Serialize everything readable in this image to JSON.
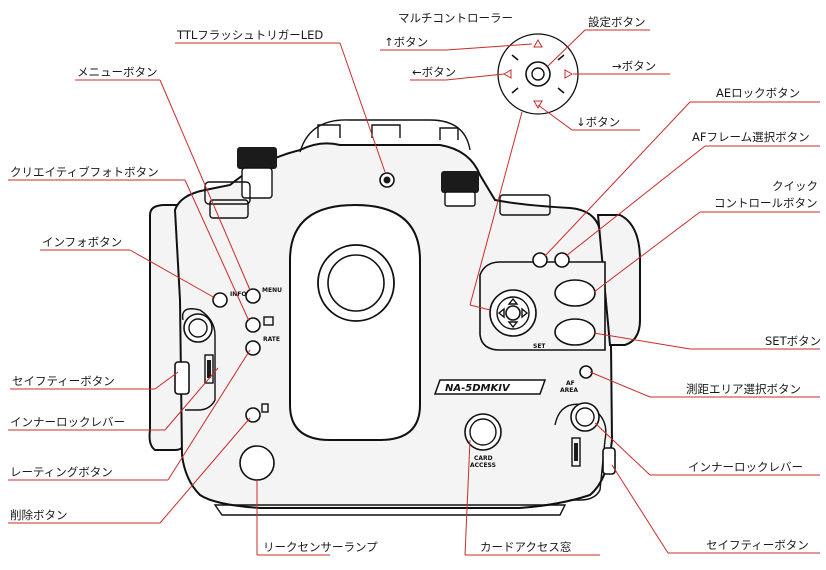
{
  "labels": {
    "multi_controller": "マルチコントローラー",
    "up_button": "↑ボタン",
    "left_button": "←ボタン",
    "right_button": "→ボタン",
    "down_button": "↓ボタン",
    "setting_button": "設定ボタン",
    "ttl_flash_led": "TTLフラッシュトリガーLED",
    "menu_button": "メニューボタン",
    "creative_photo_button": "クリエイティブフォトボタン",
    "info_button": "インフォボタン",
    "safety_button_left": "セイフティーボタン",
    "inner_lock_lever_left": "インナーロックレバー",
    "rating_button": "レーティングボタン",
    "delete_button": "削除ボタン",
    "leak_sensor_lamp": "リークセンサーランプ",
    "card_access_window": "カードアクセス窓",
    "ae_lock_button": "AEロックボタン",
    "af_frame_button": "AFフレーム選択ボタン",
    "quick_control_line1": "クイック",
    "quick_control_line2": "コントロールボタン",
    "set_button": "SETボタン",
    "af_area_button": "測距エリア選択ボタン",
    "inner_lock_lever_right": "インナーロックレバー",
    "safety_button_right": "セイフティーボタン"
  },
  "housing_text": {
    "model": "NA-5DMKIV",
    "info": "INFO",
    "menu": "MENU",
    "rate": "RATE",
    "set": "SET",
    "af_area_1": "AF",
    "af_area_2": "AREA",
    "card_access_1": "CARD",
    "card_access_2": "ACCESS"
  },
  "colors": {
    "leader": "#cc2b2b",
    "outline": "#111111"
  }
}
